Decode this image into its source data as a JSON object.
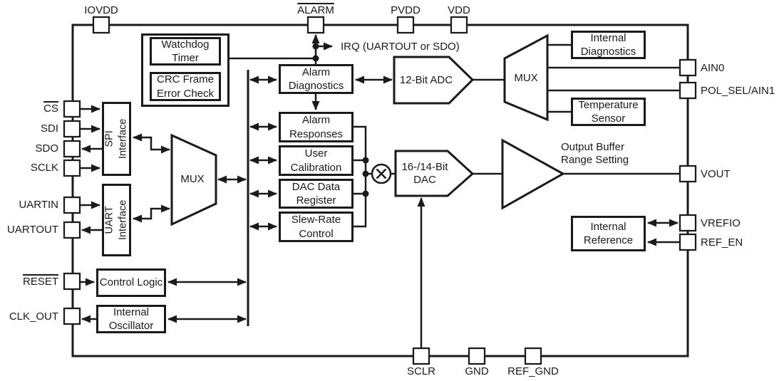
{
  "pins": {
    "top": [
      {
        "label": "IOVDD"
      },
      {
        "label": "ALARM",
        "overline": true
      },
      {
        "label": "PVDD"
      },
      {
        "label": "VDD"
      }
    ],
    "left": [
      {
        "label": "CS",
        "overline": true
      },
      {
        "label": "SDI"
      },
      {
        "label": "SDO"
      },
      {
        "label": "SCLK"
      },
      {
        "label": "UARTIN"
      },
      {
        "label": "UARTOUT"
      },
      {
        "label": "RESET",
        "overline": true
      },
      {
        "label": "CLK_OUT"
      }
    ],
    "right": [
      {
        "label": "AIN0"
      },
      {
        "label": "POL_SEL/AIN1"
      },
      {
        "label": "VOUT"
      },
      {
        "label": "VREFIO"
      },
      {
        "label": "REF_EN"
      }
    ],
    "bottom": [
      {
        "label": "SCLR"
      },
      {
        "label": "GND"
      },
      {
        "label": "REF_GND"
      }
    ]
  },
  "blocks": {
    "watchdog_timer": "Watchdog\nTimer",
    "crc_frame": "CRC Frame\nError Check",
    "alarm_diagnostics": "Alarm\nDiagnostics",
    "alarm_responses": "Alarm\nResponses",
    "user_calibration": "User\nCalibration",
    "dac_data_register": "DAC Data\nRegister",
    "slew_rate_control": "Slew-Rate\nControl",
    "internal_diagnostics": "Internal\nDiagnostics",
    "temperature_sensor": "Temperature\nSensor",
    "internal_reference": "Internal\nReference",
    "spi_interface": "SPI\nInterface",
    "uart_interface": "UART\nInterface",
    "control_logic": "Control Logic",
    "internal_oscillator": "Internal\nOscillator",
    "mux_left": "MUX",
    "mux_right": "MUX",
    "adc": "12-Bit ADC",
    "dac": "16-/14-Bit\nDAC"
  },
  "annotations": {
    "irq": "IRQ (UARTOUT or SDO)",
    "output_buffer": "Output Buffer\nRange Setting"
  },
  "colors": {
    "line": "#1a1a1a",
    "background": "#ffffff"
  }
}
